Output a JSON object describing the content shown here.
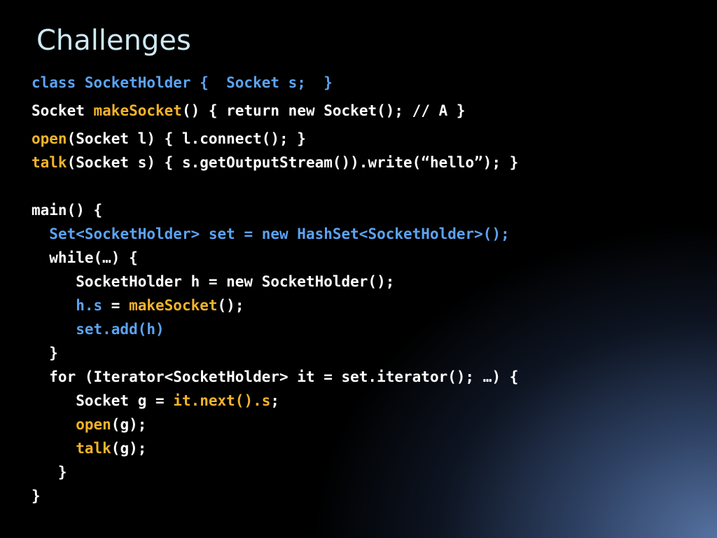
{
  "slide": {
    "title": "Challenges",
    "colors": {
      "keyword_blue": "#5ba3f2",
      "method_orange": "#f2b32a",
      "default_white": "#ffffff",
      "title_color": "#cfe9f3"
    },
    "code_lines": [
      {
        "segments": [
          {
            "text": "class SocketHolder {  Socket s;  }",
            "color": "blue"
          }
        ]
      },
      {
        "segments": [
          {
            "text": "Socket ",
            "color": "white"
          },
          {
            "text": "makeSocket",
            "color": "orange"
          },
          {
            "text": "() { return new Socket(); // A }",
            "color": "white"
          }
        ]
      },
      {
        "segments": [
          {
            "text": "open",
            "color": "orange"
          },
          {
            "text": "(Socket l) { l.connect(); }",
            "color": "white"
          }
        ]
      },
      {
        "segments": [
          {
            "text": "talk",
            "color": "orange"
          },
          {
            "text": "(Socket s) { s.getOutputStream()).write(“hello”); }",
            "color": "white"
          }
        ]
      },
      {
        "segments": [
          {
            "text": "",
            "color": "white"
          }
        ]
      },
      {
        "segments": [
          {
            "text": "main() {",
            "color": "white"
          }
        ]
      },
      {
        "segments": [
          {
            "text": "  ",
            "color": "white"
          },
          {
            "text": "Set<SocketHolder> set = new HashSet<SocketHolder>();",
            "color": "blue"
          }
        ]
      },
      {
        "segments": [
          {
            "text": "  while(…) {",
            "color": "white"
          }
        ]
      },
      {
        "segments": [
          {
            "text": "     SocketHolder h = new SocketHolder();",
            "color": "white"
          }
        ]
      },
      {
        "segments": [
          {
            "text": "     ",
            "color": "white"
          },
          {
            "text": "h.s",
            "color": "blue"
          },
          {
            "text": " = ",
            "color": "white"
          },
          {
            "text": "makeSocket",
            "color": "orange"
          },
          {
            "text": "();",
            "color": "white"
          }
        ]
      },
      {
        "segments": [
          {
            "text": "     ",
            "color": "white"
          },
          {
            "text": "set.add(h)",
            "color": "blue"
          }
        ]
      },
      {
        "segments": [
          {
            "text": "  }",
            "color": "white"
          }
        ]
      },
      {
        "segments": [
          {
            "text": "  for (Iterator<SocketHolder> it = set.iterator(); …) {",
            "color": "white"
          }
        ]
      },
      {
        "segments": [
          {
            "text": "     Socket g = ",
            "color": "white"
          },
          {
            "text": "it.next().s",
            "color": "orange"
          },
          {
            "text": ";",
            "color": "white"
          }
        ]
      },
      {
        "segments": [
          {
            "text": "     ",
            "color": "white"
          },
          {
            "text": "open",
            "color": "orange"
          },
          {
            "text": "(g);",
            "color": "white"
          }
        ]
      },
      {
        "segments": [
          {
            "text": "     ",
            "color": "white"
          },
          {
            "text": "talk",
            "color": "orange"
          },
          {
            "text": "(g);",
            "color": "white"
          }
        ]
      },
      {
        "segments": [
          {
            "text": "   }",
            "color": "white"
          }
        ]
      },
      {
        "segments": [
          {
            "text": "}",
            "color": "white"
          }
        ]
      }
    ]
  }
}
